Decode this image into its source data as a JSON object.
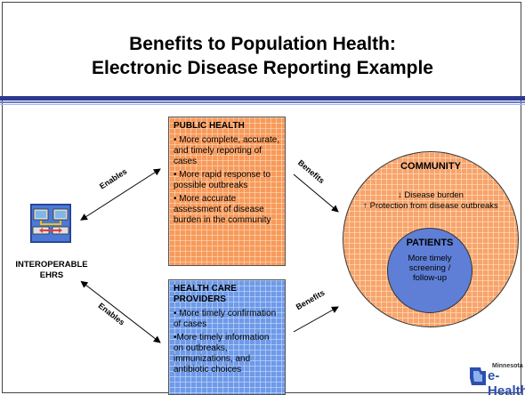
{
  "title": {
    "line1": "Benefits to Population Health:",
    "line2": "Electronic Disease Reporting Example"
  },
  "ehr": {
    "label_line1": "INTEROPERABLE",
    "label_line2": "EHRS",
    "icon": "networked-computers-icon"
  },
  "arrows": {
    "enables_top": "Enables",
    "enables_bottom": "Enables",
    "benefits_top": "Benefits",
    "benefits_bottom": "Benefits"
  },
  "public_health": {
    "title": "PUBLIC HEALTH",
    "items": [
      "• More complete, accurate, and timely reporting of cases",
      "• More rapid response to possible outbreaks",
      "• More accurate assessment of disease burden in the community"
    ],
    "color": "#f79a5c"
  },
  "providers": {
    "title": "HEALTH CARE PROVIDERS",
    "items": [
      "• More timely confirmation of cases",
      "•More timely information on outbreaks, immunizations, and antibiotic choices"
    ],
    "color": "#6f9ae8"
  },
  "community": {
    "title": "COMMUNITY",
    "line1": "↓ Disease burden",
    "line2": "↑ Protection from disease outbreaks",
    "color": "#f7a46c"
  },
  "patients": {
    "title": "PATIENTS",
    "text": "More timely screening / follow-up",
    "color": "#5f7fd6"
  },
  "logo": {
    "small": "Minnesota",
    "big": "e-Health",
    "icon": "minnesota-ehealth-logo-icon"
  }
}
